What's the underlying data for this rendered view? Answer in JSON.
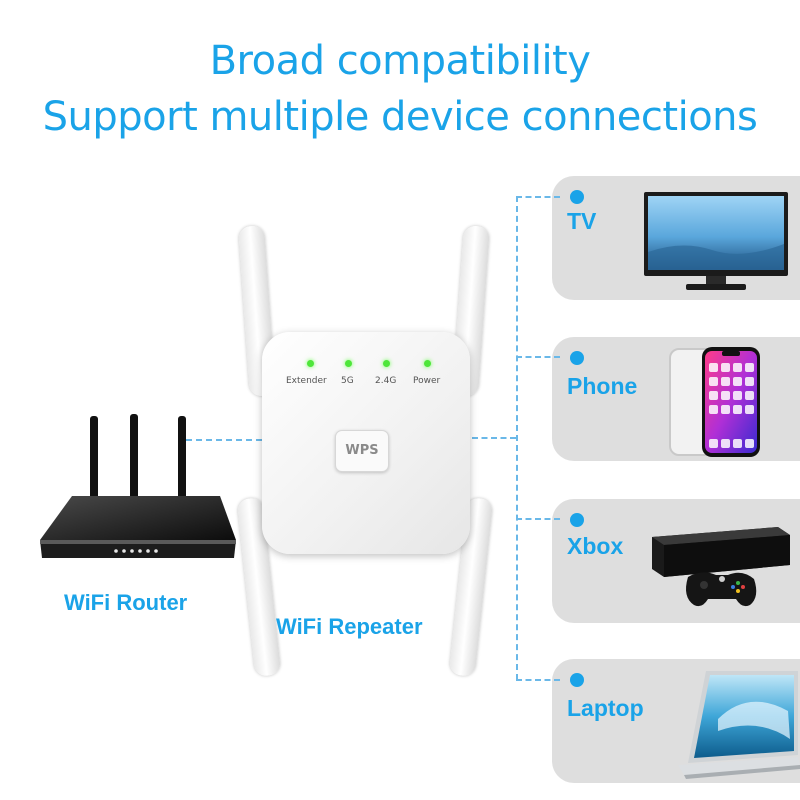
{
  "headline": {
    "line1": "Broad compatibility",
    "line2": "Support multiple device connections"
  },
  "repeater": {
    "caption": "WiFi Repeater",
    "indicators": [
      {
        "label": "Extender"
      },
      {
        "label": "5G"
      },
      {
        "label": "2.4G"
      },
      {
        "label": "Power"
      }
    ],
    "wps_label": "WPS",
    "led_color": "#4ee63a"
  },
  "router": {
    "caption": "WiFi Router"
  },
  "devices": [
    {
      "label": "TV",
      "icon": "tv-icon"
    },
    {
      "label": "Phone",
      "icon": "smartphone-icon"
    },
    {
      "label": "Xbox",
      "icon": "xbox-console-icon"
    },
    {
      "label": "Laptop",
      "icon": "laptop-icon"
    }
  ],
  "colors": {
    "accent": "#1aa3e8",
    "card_bg": "#dedede"
  }
}
